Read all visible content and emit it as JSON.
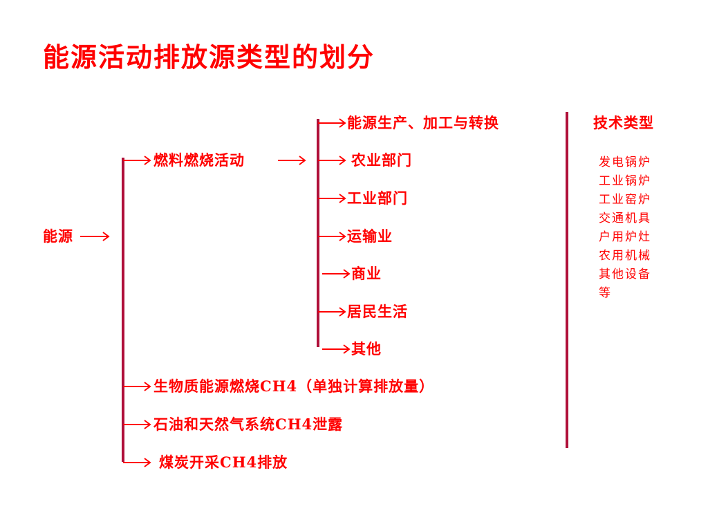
{
  "title": "能源活动排放源类型的划分",
  "root": "能源",
  "level1": {
    "fuel_combustion": "燃料燃烧活动",
    "biomass": "生物质能源燃烧CH4（单独计算排放量）",
    "oil_gas": "石油和天然气系统CH4泄露",
    "coal": "煤炭开采CH4排放"
  },
  "sectors": [
    "能源生产、加工与转换",
    "农业部门",
    "工业部门",
    "运输业",
    "商业",
    "居民生活",
    "其他"
  ],
  "tech": {
    "heading": "技术类型",
    "items": [
      "发电锅炉",
      "工业锅炉",
      "工业窑炉",
      "交通机具",
      "户用炉灶",
      "农用机械",
      "其他设备",
      "等"
    ]
  },
  "colors": {
    "text": "#ff0000",
    "bar": "#b0103a"
  }
}
